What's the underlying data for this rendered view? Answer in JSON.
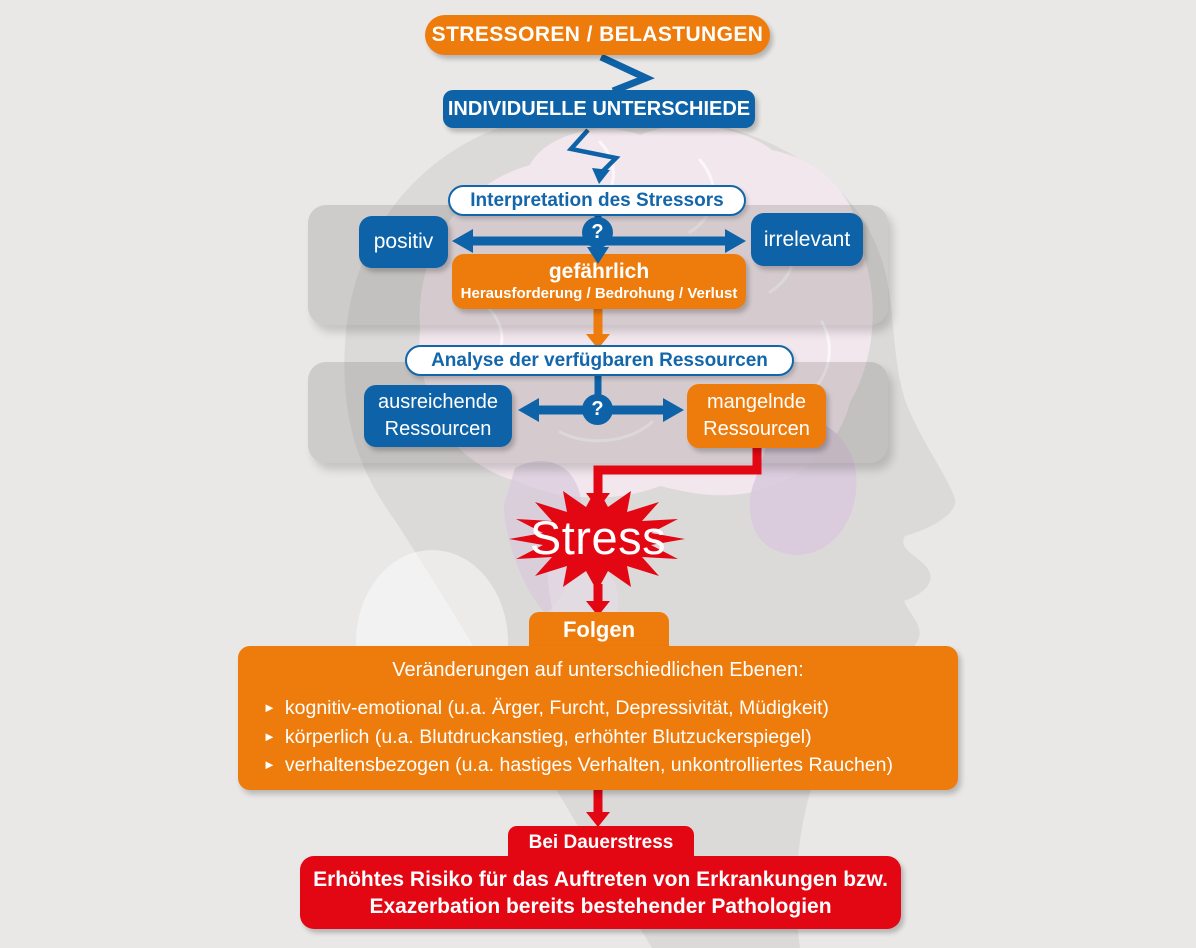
{
  "palette": {
    "background": "#e9e8e7",
    "orange": "#ee7c0c",
    "blue": "#0e63a8",
    "red": "#e30613",
    "panel_grey": "rgba(108,104,102,0.22)",
    "brain_pink": "#f2e8ee",
    "lavender": "#d9c9dc",
    "head_grey": "#d9d7d6"
  },
  "flow": {
    "stressors": "STRESSOREN / BELASTUNGEN",
    "individual_differences": "INDIVIDUELLE UNTERSCHIEDE",
    "interpretation": "Interpretation des Stressors",
    "positive": "positiv",
    "irrelevant": "irrelevant",
    "question_mark": "?",
    "dangerous_title": "gefährlich",
    "dangerous_sub": "Herausforderung / Bedrohung / Verlust",
    "analysis": "Analyse der verfügbaren Ressourcen",
    "sufficient_line1": "ausreichende",
    "sufficient_line2": "Ressourcen",
    "lacking_line1": "mangelnde",
    "lacking_line2": "Ressourcen",
    "stress": "Stress",
    "consequences_tab": "Folgen",
    "changes_title": "Veränderungen auf unterschiedlichen Ebenen:",
    "bullet_marker": "►",
    "bullets": [
      "kognitiv-emotional (u.a. Ärger, Furcht, Depressivität, Müdigkeit)",
      "körperlich (u.a. Blutdruckanstieg, erhöhter Blutzuckerspiegel)",
      "verhaltensbezogen (u.a. hastiges Verhalten, unkontrolliertes Rauchen)"
    ],
    "chronic_tab": "Bei Dauerstress",
    "risk_line1": "Erhöhtes Risiko für das Auftreten von Erkrankungen bzw.",
    "risk_line2": "Exazerbation bereits bestehender Pathologien"
  }
}
